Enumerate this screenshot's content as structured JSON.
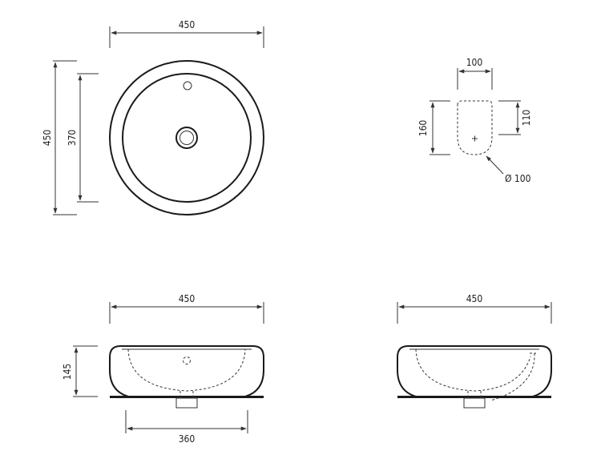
{
  "top_view": {
    "width_label": "450",
    "outer_height_label": "450",
    "inner_height_label": "370"
  },
  "detail_view": {
    "width_label": "100",
    "height_label": "160",
    "depth_label": "110",
    "diameter_label": "Ø 100"
  },
  "front_view": {
    "width_label": "450",
    "height_label": "145",
    "base_label": "360"
  },
  "side_view": {
    "width_label": "450"
  }
}
